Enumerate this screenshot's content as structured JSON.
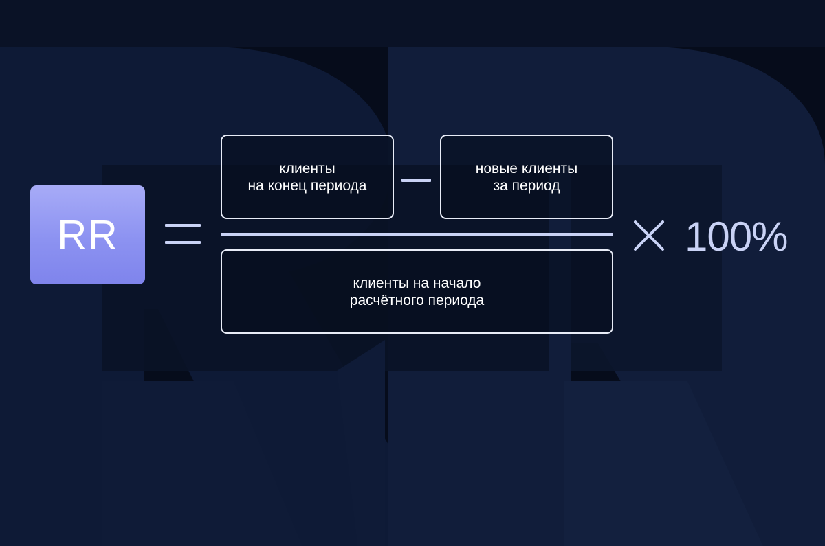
{
  "formula": {
    "result_label": "RR",
    "numerator_left": "клиенты\nна конец периода",
    "numerator_right": "новые клиенты\nза период",
    "denominator": "клиенты на начало\nрасчётного периода",
    "multiplier": "100%"
  },
  "symbols": {
    "equals": "equals-sign",
    "minus": "minus-sign",
    "times": "multiply-sign"
  },
  "colors": {
    "background": "#060c1b",
    "badge": "#9499f2",
    "operator": "#c9d2f5",
    "box_border": "#e8ecf7",
    "text": "#ffffff"
  }
}
